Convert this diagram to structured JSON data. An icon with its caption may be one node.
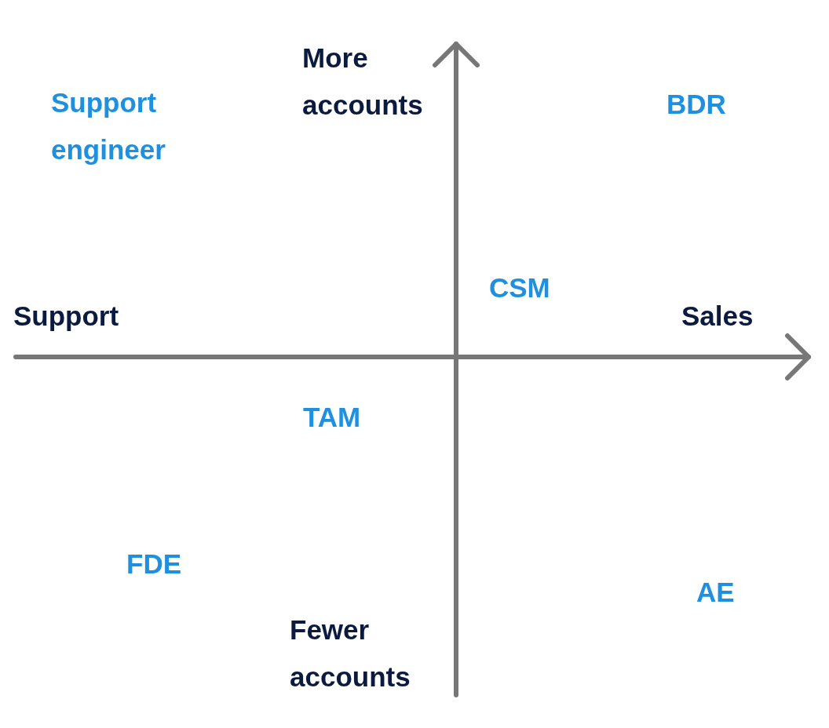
{
  "diagram": {
    "labels": [
      "More accounts",
      "Support engineer",
      "BDR",
      "CSM",
      "Support",
      "Sales",
      "TAM",
      "FDE",
      "AE",
      "Fewer accounts"
    ]
  }
}
